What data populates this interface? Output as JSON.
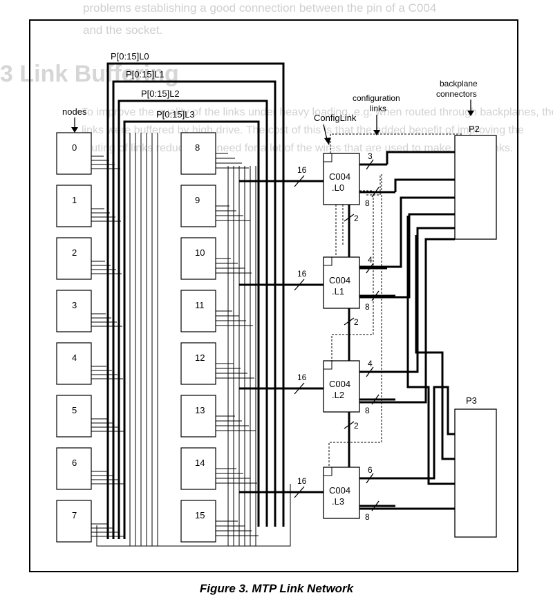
{
  "background_text": {
    "line1": "problems establishing a good connection between the pin of a C004",
    "line2": "and the socket.",
    "heading": "3 Link Buffering",
    "paragraph": "To improve the quality of the links under heavy loading, e.g. when routed through backplanes, the links were buffered by high drive. The cost of this is that the added benefit of improving the routing of links reduces the need for a lot of the wires that are used to make up the links."
  },
  "labels": {
    "nodes": "nodes",
    "configlink": "ConfigLink",
    "configuration_links": [
      "configuration",
      "links"
    ],
    "backplane_connectors": [
      "backplane",
      "connectors"
    ],
    "p2": "P2",
    "p3": "P3"
  },
  "buses": [
    "P[0:15]L0",
    "P[0:15]L1",
    "P[0:15]L2",
    "P[0:15]L3"
  ],
  "nodes_left": [
    "0",
    "1",
    "2",
    "3",
    "4",
    "5",
    "6",
    "7"
  ],
  "nodes_right": [
    "8",
    "9",
    "10",
    "11",
    "12",
    "13",
    "14",
    "15"
  ],
  "c004": [
    {
      "name": "C004",
      "sub": ".L0"
    },
    {
      "name": "C004",
      "sub": ".L1"
    },
    {
      "name": "C004",
      "sub": ".L2"
    },
    {
      "name": "C004",
      "sub": ".L3"
    }
  ],
  "bus_width_labels": [
    "16",
    "16",
    "16",
    "16"
  ],
  "config_width_labels": [
    "2",
    "2",
    "2"
  ],
  "top_link_labels": [
    "3",
    "4",
    "4",
    "6"
  ],
  "bottom_link_labels": [
    "8",
    "8",
    "8",
    "8"
  ],
  "caption": "Figure 3. MTP Link Network"
}
